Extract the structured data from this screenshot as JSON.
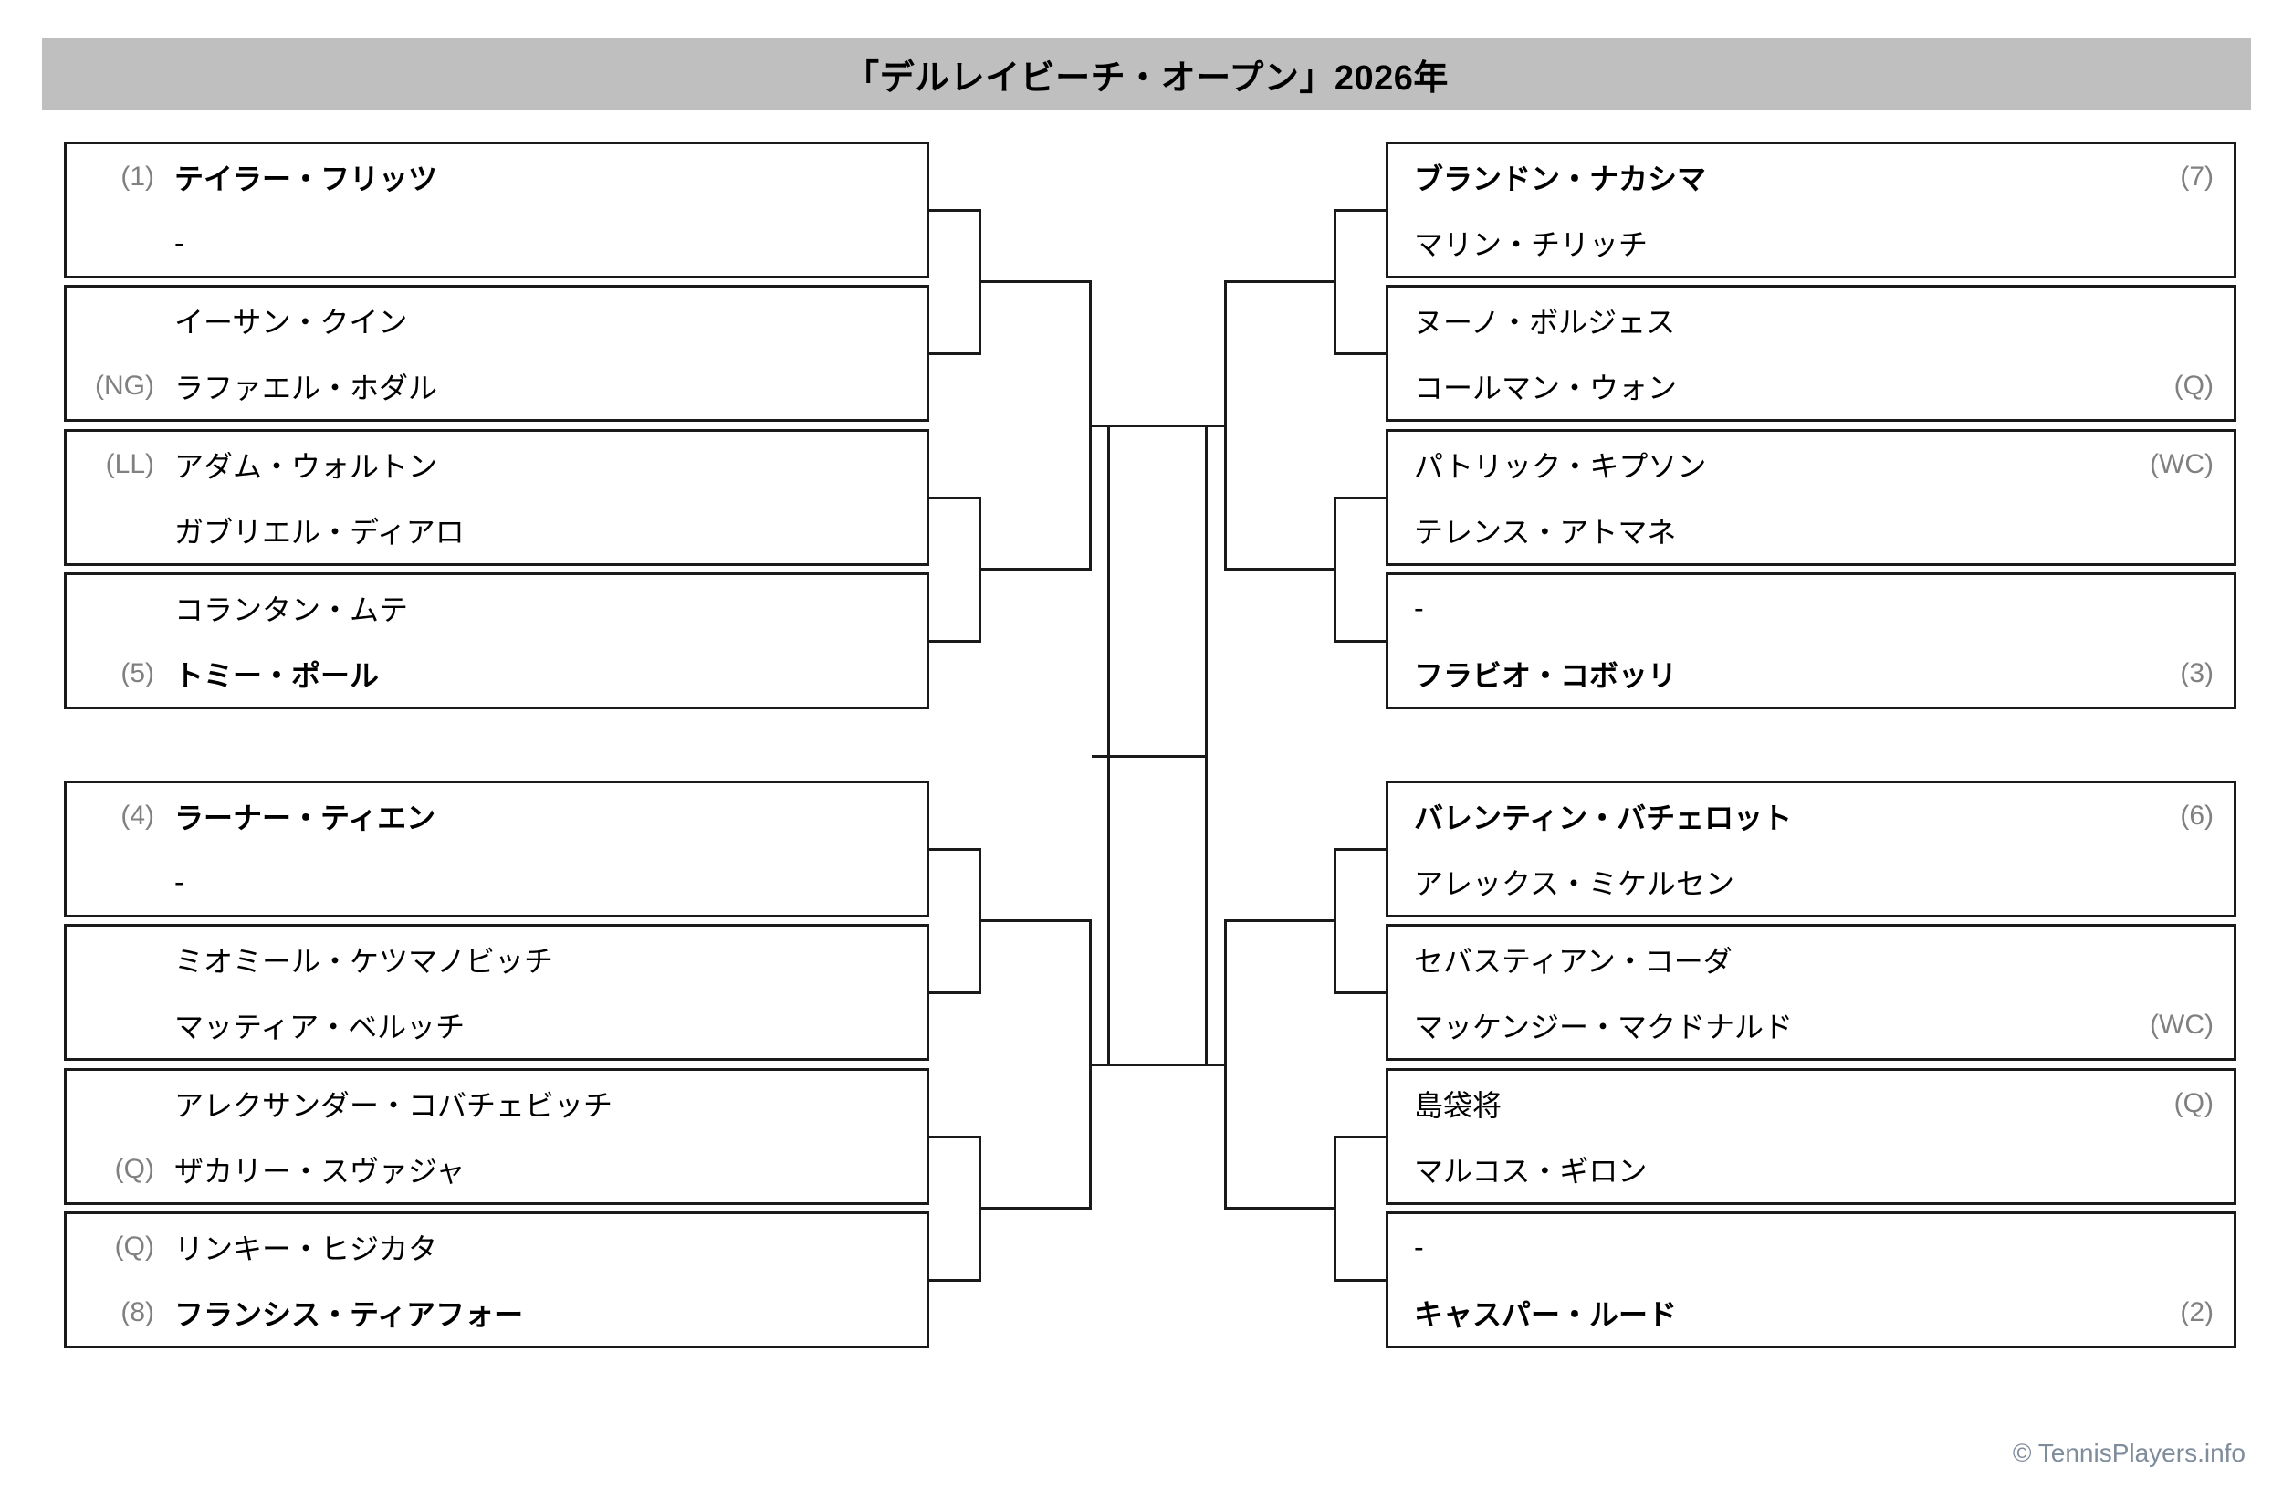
{
  "header": {
    "title": "「デルレイビーチ・オープン」2026年",
    "background_color": "#bfbfbf"
  },
  "colors": {
    "seed_text": "#808080",
    "line": "#1a1a1a",
    "player_text": "#000000",
    "footer_text": "#7f8c9b"
  },
  "footer": {
    "copyright": "© TennisPlayers.info"
  },
  "bracket": {
    "left": [
      {
        "p1": {
          "seed": "(1)",
          "name": "テイラー・フリッツ",
          "bold": true
        },
        "p2": {
          "seed": "",
          "name": "-",
          "bold": false
        }
      },
      {
        "p1": {
          "seed": "",
          "name": "イーサン・クイン",
          "bold": false
        },
        "p2": {
          "seed": "(NG)",
          "name": "ラファエル・ホダル",
          "bold": false
        }
      },
      {
        "p1": {
          "seed": "(LL)",
          "name": "アダム・ウォルトン",
          "bold": false
        },
        "p2": {
          "seed": "",
          "name": "ガブリエル・ディアロ",
          "bold": false
        }
      },
      {
        "p1": {
          "seed": "",
          "name": "コランタン・ムテ",
          "bold": false
        },
        "p2": {
          "seed": "(5)",
          "name": "トミー・ポール",
          "bold": true
        }
      },
      {
        "p1": {
          "seed": "(4)",
          "name": "ラーナー・ティエン",
          "bold": true
        },
        "p2": {
          "seed": "",
          "name": "-",
          "bold": false
        }
      },
      {
        "p1": {
          "seed": "",
          "name": "ミオミール・ケツマノビッチ",
          "bold": false
        },
        "p2": {
          "seed": "",
          "name": "マッティア・ベルッチ",
          "bold": false
        }
      },
      {
        "p1": {
          "seed": "",
          "name": "アレクサンダー・コバチェビッチ",
          "bold": false
        },
        "p2": {
          "seed": "(Q)",
          "name": "ザカリー・スヴァジャ",
          "bold": false
        }
      },
      {
        "p1": {
          "seed": "(Q)",
          "name": "リンキー・ヒジカタ",
          "bold": false
        },
        "p2": {
          "seed": "(8)",
          "name": "フランシス・ティアフォー",
          "bold": true
        }
      }
    ],
    "right": [
      {
        "p1": {
          "name": "ブランドン・ナカシマ",
          "seed": "(7)",
          "bold": true
        },
        "p2": {
          "name": "マリン・チリッチ",
          "seed": "",
          "bold": false
        }
      },
      {
        "p1": {
          "name": "ヌーノ・ボルジェス",
          "seed": "",
          "bold": false
        },
        "p2": {
          "name": "コールマン・ウォン",
          "seed": "(Q)",
          "bold": false
        }
      },
      {
        "p1": {
          "name": "パトリック・キプソン",
          "seed": "(WC)",
          "bold": false
        },
        "p2": {
          "name": "テレンス・アトマネ",
          "seed": "",
          "bold": false
        }
      },
      {
        "p1": {
          "name": "-",
          "seed": "",
          "bold": false
        },
        "p2": {
          "name": "フラビオ・コボッリ",
          "seed": "(3)",
          "bold": true
        }
      },
      {
        "p1": {
          "name": "バレンティン・バチェロット",
          "seed": "(6)",
          "bold": true
        },
        "p2": {
          "name": "アレックス・ミケルセン",
          "seed": "",
          "bold": false
        }
      },
      {
        "p1": {
          "name": "セバスティアン・コーダ",
          "seed": "",
          "bold": false
        },
        "p2": {
          "name": "マッケンジー・マクドナルド",
          "seed": "(WC)",
          "bold": false
        }
      },
      {
        "p1": {
          "name": "島袋将",
          "seed": "(Q)",
          "bold": false
        },
        "p2": {
          "name": "マルコス・ギロン",
          "seed": "",
          "bold": false
        }
      },
      {
        "p1": {
          "name": "-",
          "seed": "",
          "bold": false
        },
        "p2": {
          "name": "キャスパー・ルード",
          "seed": "(2)",
          "bold": true
        }
      }
    ]
  }
}
